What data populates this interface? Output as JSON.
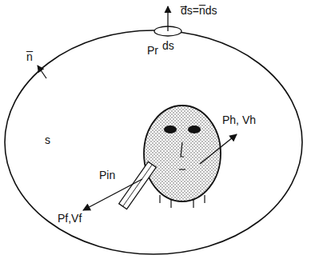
{
  "diagram": {
    "labels": [
      "d̅s=n̅ds",
      "n̅",
      "Pr",
      "ds",
      "s",
      "Pin",
      "Ph, Vh",
      "Pf,Vf"
    ]
  }
}
